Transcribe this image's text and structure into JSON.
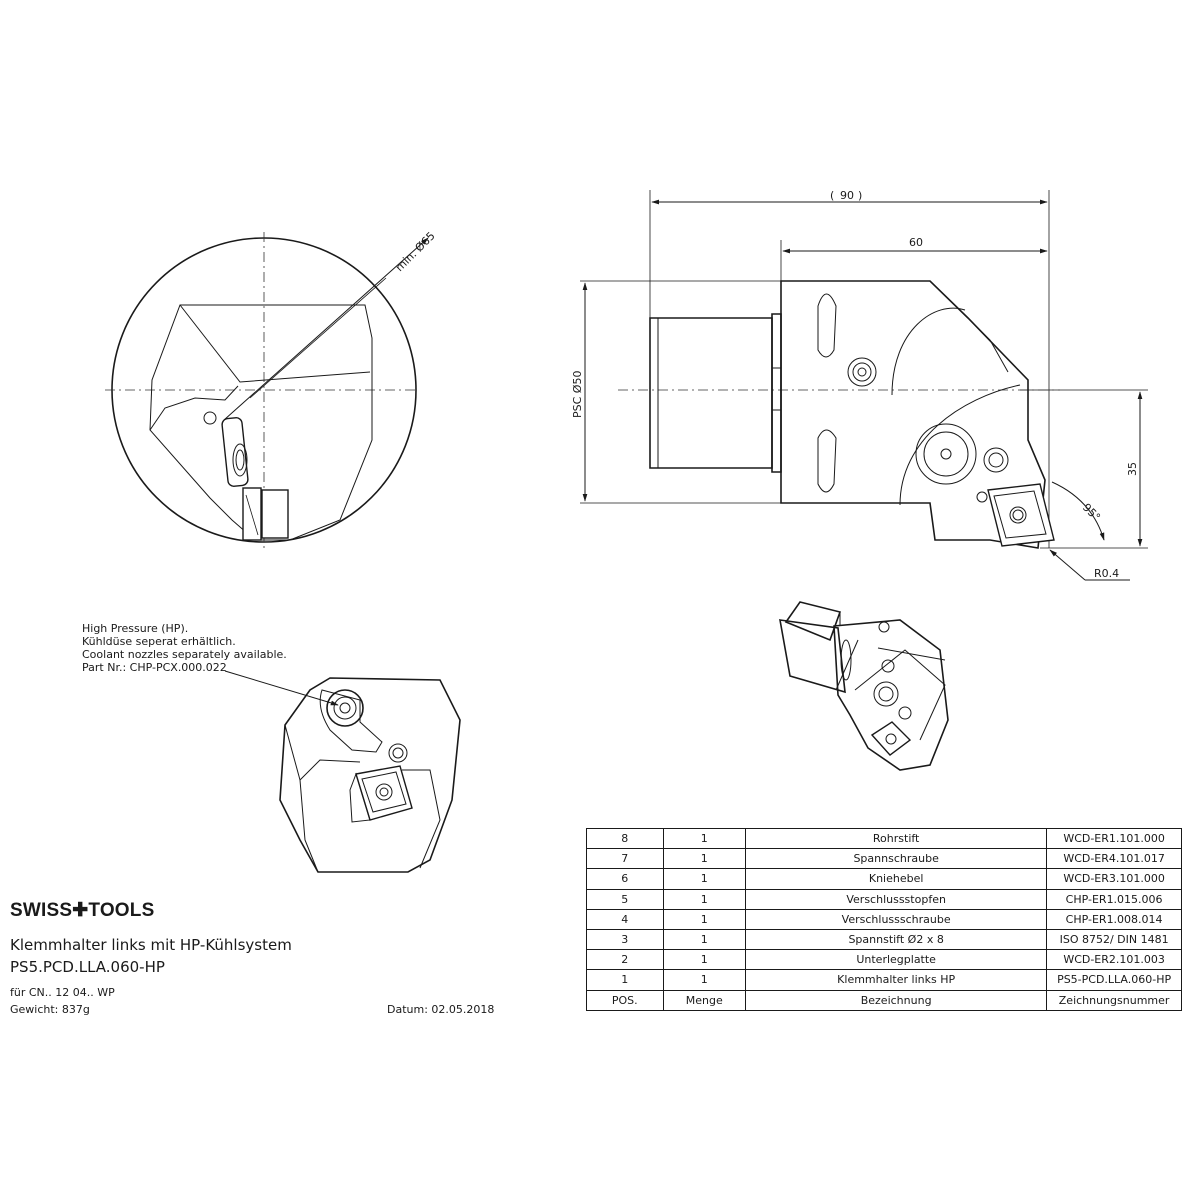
{
  "brand": {
    "name": "SWISS✚TOOLS"
  },
  "title": {
    "line1": "Klemmhalter links mit HP-Kühlsystem",
    "line2": "PS5.PCD.LLA.060-HP",
    "line3": "für CN.. 12 04.. WP",
    "weight": "Gewicht: 837g",
    "date": "Datum: 02.05.2018"
  },
  "note": {
    "lines": [
      "High Pressure (HP).",
      "Kühldüse seperat erhältlich.",
      "Coolant nozzles separately available.",
      "Part Nr.: CHP-PCX.000.022"
    ]
  },
  "dimensions": {
    "overall_length": "90",
    "head_length": "60",
    "shank": "PSC Ø50",
    "height": "35",
    "angle": "95°",
    "radius": "R0.4",
    "min_diameter": "min. Ø65"
  },
  "bom": {
    "headers": [
      "POS.",
      "Menge",
      "Bezeichnung",
      "Zeichnungsnummer"
    ],
    "rows": [
      [
        "8",
        "1",
        "Rohrstift",
        "WCD-ER1.101.000"
      ],
      [
        "7",
        "1",
        "Spannschraube",
        "WCD-ER4.101.017"
      ],
      [
        "6",
        "1",
        "Kniehebel",
        "WCD-ER3.101.000"
      ],
      [
        "5",
        "1",
        "Verschlussstopfen",
        "CHP-ER1.015.006"
      ],
      [
        "4",
        "1",
        "Verschlussschraube",
        "CHP-ER1.008.014"
      ],
      [
        "3",
        "1",
        "Spannstift Ø2 x 8",
        "ISO 8752/ DIN 1481"
      ],
      [
        "2",
        "1",
        "Unterlegplatte",
        "WCD-ER2.101.003"
      ],
      [
        "1",
        "1",
        "Klemmhalter links HP",
        "PS5-PCD.LLA.060-HP"
      ]
    ]
  }
}
